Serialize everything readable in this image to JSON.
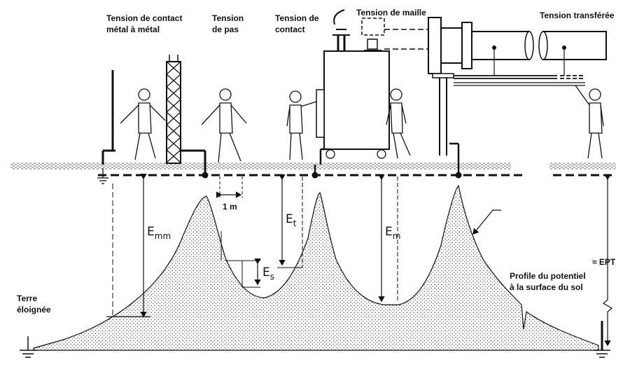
{
  "labels": {
    "metal_contact_1": "Tension de contact",
    "metal_contact_2": "métal à métal",
    "step_1": "Tension",
    "step_2": "de pas",
    "touch_1": "Tension de",
    "touch_2": "contact",
    "mesh": "Tension de maille",
    "transferred": "Tension transférée",
    "remote_earth_1": "Terre",
    "remote_earth_2": "éloignée",
    "profile_1": "Profile  du  potentiel",
    "profile_2": "à la surface du sol",
    "one_meter": "1 m",
    "ept": "≈ EPT"
  },
  "symbols": {
    "emm": {
      "letter": "E",
      "sub": "mm"
    },
    "es": {
      "letter": "E",
      "sub": "s"
    },
    "et": {
      "letter": "E",
      "sub": "t"
    },
    "em": {
      "letter": "E",
      "sub": "m"
    }
  }
}
